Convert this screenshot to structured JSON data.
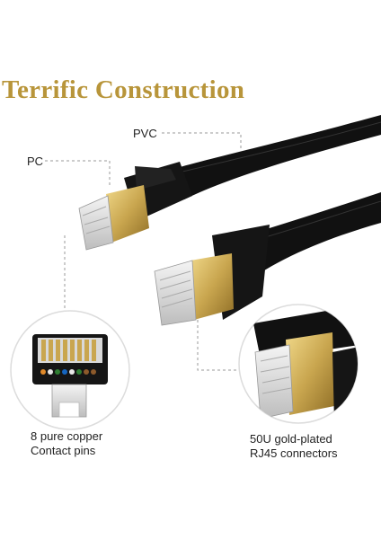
{
  "title": "Terrific Construction",
  "colors": {
    "title": "#b8953a",
    "gold": "#c9a64f",
    "cable": "#111111",
    "dash": "#9a9a9a"
  },
  "labels": {
    "pvc": "PVC",
    "pc": "PC",
    "pins_line1": "8 pure copper",
    "pins_line2": "Contact pins",
    "conn_line1": "50U gold-plated",
    "conn_line2": "RJ45 connectors"
  }
}
